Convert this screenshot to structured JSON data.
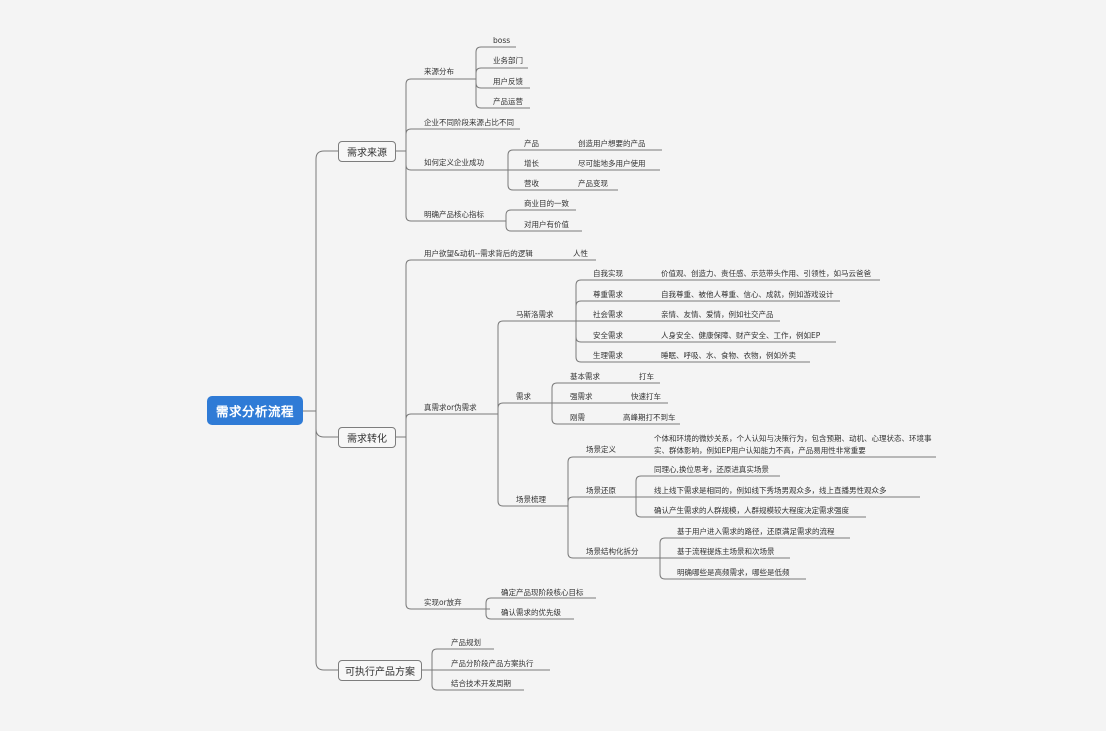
{
  "root": {
    "label": "需求分析流程"
  },
  "branches": [
    {
      "label": "需求来源",
      "children": [
        {
          "label": "来源分布",
          "children": [
            {
              "label": "boss"
            },
            {
              "label": "业务部门"
            },
            {
              "label": "用户反馈"
            },
            {
              "label": "产品运营"
            }
          ]
        },
        {
          "label": "企业不同阶段来源占比不同"
        },
        {
          "label": "如何定义企业成功",
          "children": [
            {
              "label": "产品",
              "children": [
                {
                  "label": "创造用户想要的产品"
                }
              ]
            },
            {
              "label": "增长",
              "children": [
                {
                  "label": "尽可能地多用户使用"
                }
              ]
            },
            {
              "label": "营收",
              "children": [
                {
                  "label": "产品变现"
                }
              ]
            }
          ]
        },
        {
          "label": "明确产品核心指标",
          "children": [
            {
              "label": "商业目的一致"
            },
            {
              "label": "对用户有价值"
            }
          ]
        }
      ]
    },
    {
      "label": "需求转化",
      "children": [
        {
          "label": "用户欲望&动机--需求背后的逻辑",
          "children": [
            {
              "label": "人性"
            }
          ]
        },
        {
          "label": "真需求or伪需求",
          "children": [
            {
              "label": "马斯洛需求",
              "children": [
                {
                  "label": "自我实现",
                  "children": [
                    {
                      "label": "价值观、创造力、责任感、示范带头作用、引领性，如马云爸爸"
                    }
                  ]
                },
                {
                  "label": "尊重需求",
                  "children": [
                    {
                      "label": "自我尊重、被他人尊重、信心、成就，例如游戏设计"
                    }
                  ]
                },
                {
                  "label": "社会需求",
                  "children": [
                    {
                      "label": "亲情、友情、爱情，例如社交产品"
                    }
                  ]
                },
                {
                  "label": "安全需求",
                  "children": [
                    {
                      "label": "人身安全、健康保障、财产安全、工作，例如EP"
                    }
                  ]
                },
                {
                  "label": "生理需求",
                  "children": [
                    {
                      "label": "睡眠、呼吸、水、食物、衣物，例如外卖"
                    }
                  ]
                }
              ]
            },
            {
              "label": "需求",
              "children": [
                {
                  "label": "基本需求",
                  "children": [
                    {
                      "label": "打车"
                    }
                  ]
                },
                {
                  "label": "强需求",
                  "children": [
                    {
                      "label": "快速打车"
                    }
                  ]
                },
                {
                  "label": "刚需",
                  "children": [
                    {
                      "label": "高峰期打不到车"
                    }
                  ]
                }
              ]
            },
            {
              "label": "场景梳理",
              "children": [
                {
                  "label": "场景定义",
                  "children": [
                    {
                      "label": "个体和环境的微妙关系，个人认知与决策行为，包含预期、动机、心理状态、环境事实、群体影响，例如EP用户认知能力不高，产品易用性非常重要"
                    }
                  ]
                },
                {
                  "label": "场景还原",
                  "children": [
                    {
                      "label": "同理心,换位思考，还原进真实场景"
                    },
                    {
                      "label": "线上线下需求是相同的，例如线下秀场男观众多，线上直播男性观众多"
                    },
                    {
                      "label": "确认产生需求的人群规模，人群规模较大程度决定需求强度"
                    }
                  ]
                },
                {
                  "label": "场景结构化拆分",
                  "children": [
                    {
                      "label": "基于用户进入需求的路径，还原满足需求的流程"
                    },
                    {
                      "label": "基于流程提炼主场景和次场景"
                    },
                    {
                      "label": "明确哪些是高频需求，哪些是低频"
                    }
                  ]
                }
              ]
            }
          ]
        },
        {
          "label": "实现or放弃",
          "children": [
            {
              "label": "确定产品现阶段核心目标"
            },
            {
              "label": "确认需求的优先级"
            }
          ]
        }
      ]
    },
    {
      "label": "可执行产品方案",
      "children": [
        {
          "label": "产品规划"
        },
        {
          "label": "产品分阶段产品方案执行"
        },
        {
          "label": "结合技术开发周期"
        }
      ]
    }
  ],
  "colors": {
    "root_fill": "#2f7bd6",
    "line": "#7a7a7a",
    "text": "#333333"
  }
}
